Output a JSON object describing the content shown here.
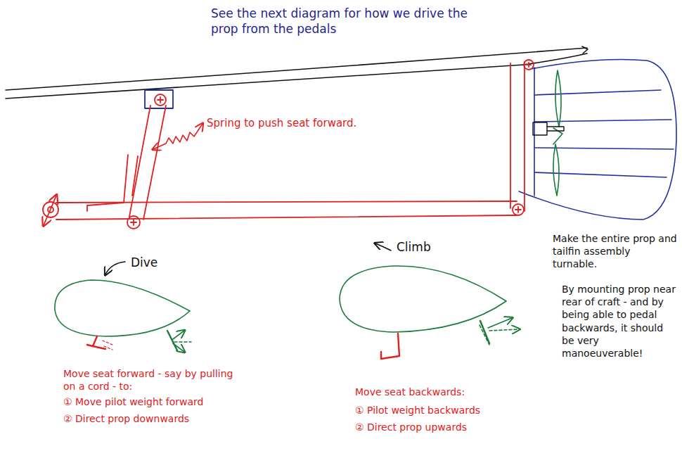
{
  "diagram": {
    "labels": [
      "See the next diagram for how we drive the prop from the pedals",
      "Spring to push seat forward.",
      "Make the entire prop and tailfin assembly turnable.",
      "By mounting prop near rear of craft - and by being able to pedal backwards, it should be very manoeuverable!",
      "Dive",
      "Climb",
      "Move seat forward - say by pulling on a cord - to:",
      "① Move pilot weight forward",
      "② Direct prop downwards",
      "Move seat backwards:",
      "① Pilot weight backwards",
      "② Direct prop upwards"
    ]
  }
}
